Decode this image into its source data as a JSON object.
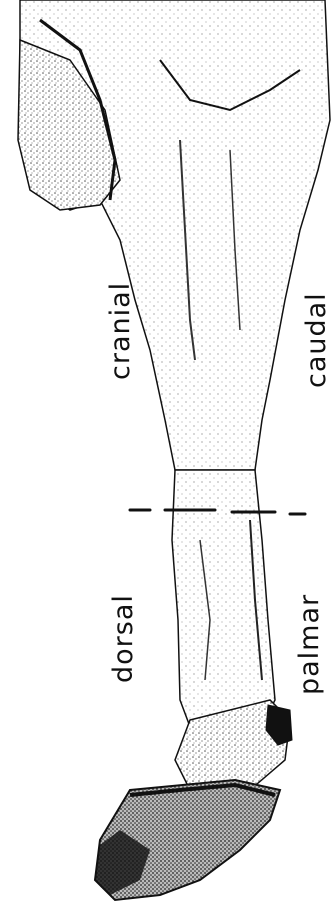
{
  "labels": {
    "cranial": "cranial",
    "caudal": "caudal",
    "dorsal": "dorsal",
    "palmar": "palmar"
  },
  "colors": {
    "ink": "#111111",
    "shade": "#555555",
    "background": "#ffffff"
  }
}
